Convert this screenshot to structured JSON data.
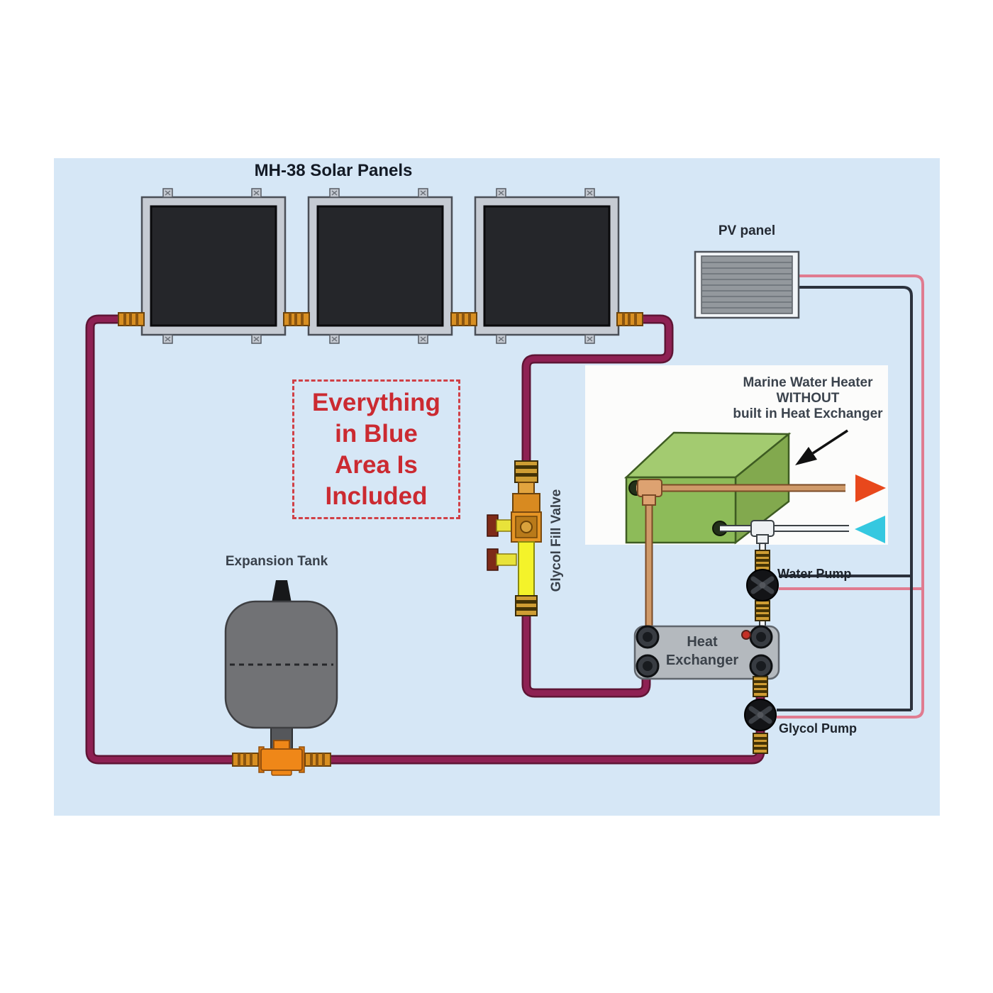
{
  "diagram_title": "MH-38 Solar Panels",
  "pv_panel": {
    "label": "PV panel"
  },
  "included_note": {
    "lines": [
      "Everything",
      "in Blue",
      "Area Is",
      "Included"
    ]
  },
  "components": {
    "glycol_fill_valve": {
      "label": "Glycol Fill Valve"
    },
    "expansion_tank": {
      "label": "Expansion Tank"
    },
    "marine_water_heater": {
      "label_lines": [
        "Marine Water Heater",
        "WITHOUT",
        "built in Heat Exchanger"
      ]
    },
    "heat_exchanger": {
      "label_lines": [
        "Heat",
        "Exchanger"
      ]
    },
    "water_pump": {
      "label": "Water Pump"
    },
    "glycol_pump": {
      "label": "Glycol Pump"
    }
  },
  "colors": {
    "background_blue": "#d6e7f6",
    "glycol_pipe": "#8e2153",
    "copper_pipe": "#cf9a6a",
    "water_pipe_white": "#f4f6f8",
    "wire_positive_pink": "#e07b90",
    "wire_negative_black": "#2b313c",
    "note_red": "#cb2a31",
    "heater_green": "#8dbb59",
    "hot_arrow_orange": "#e8481c",
    "cold_arrow_cyan": "#35c8e0",
    "brass_fitting": "#cf9d33",
    "tee_orange": "#ef8718"
  }
}
